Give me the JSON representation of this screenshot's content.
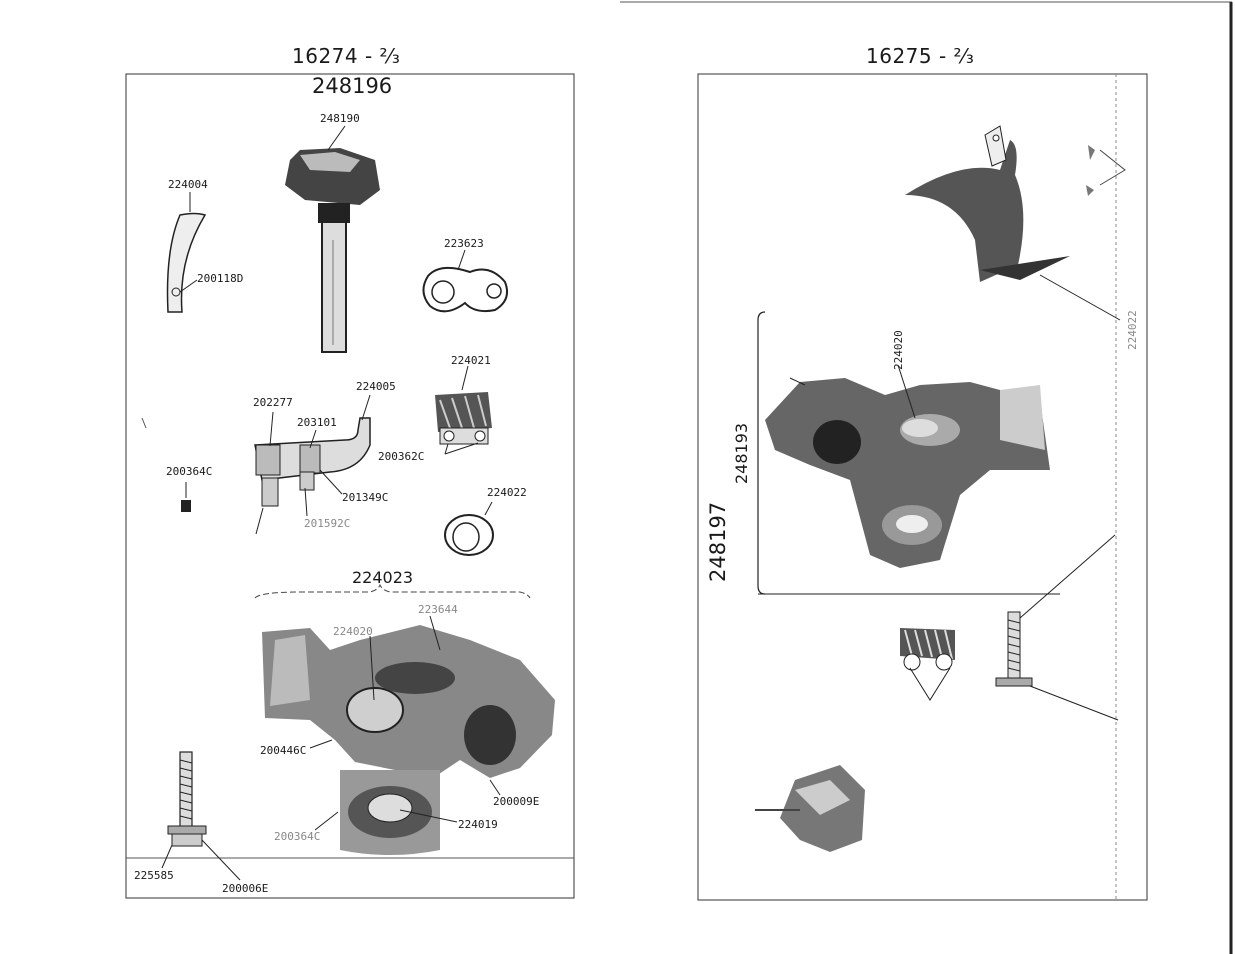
{
  "left_page": {
    "title_number": "16274",
    "title_fraction": "- ²⁄₃",
    "assembly": "248196",
    "labels": {
      "p248190": "248190",
      "p224004": "224004",
      "p200118d": "200118D",
      "p223623": "223623",
      "p224021": "224021",
      "p224005": "224005",
      "p202277": "202277",
      "p203101": "203101",
      "p200362c": "200362C",
      "p200364c_a": "200364C",
      "p201349c": "201349C",
      "p224022": "224022",
      "p201592c": "201592C",
      "p224023": "224023",
      "p223644": "223644",
      "p224020": "224020",
      "p200446c": "200446C",
      "p200009e": "200009E",
      "p224019": "224019",
      "p200364c_b": "200364C",
      "p225585": "225585",
      "p200006e": "200006E"
    }
  },
  "right_page": {
    "title_number": "16275",
    "title_fraction": "- ²⁄₃",
    "assembly_outer": "248197",
    "assembly_inner": "248193",
    "labels": {
      "p224020": "224020",
      "p224022": "224022"
    }
  }
}
